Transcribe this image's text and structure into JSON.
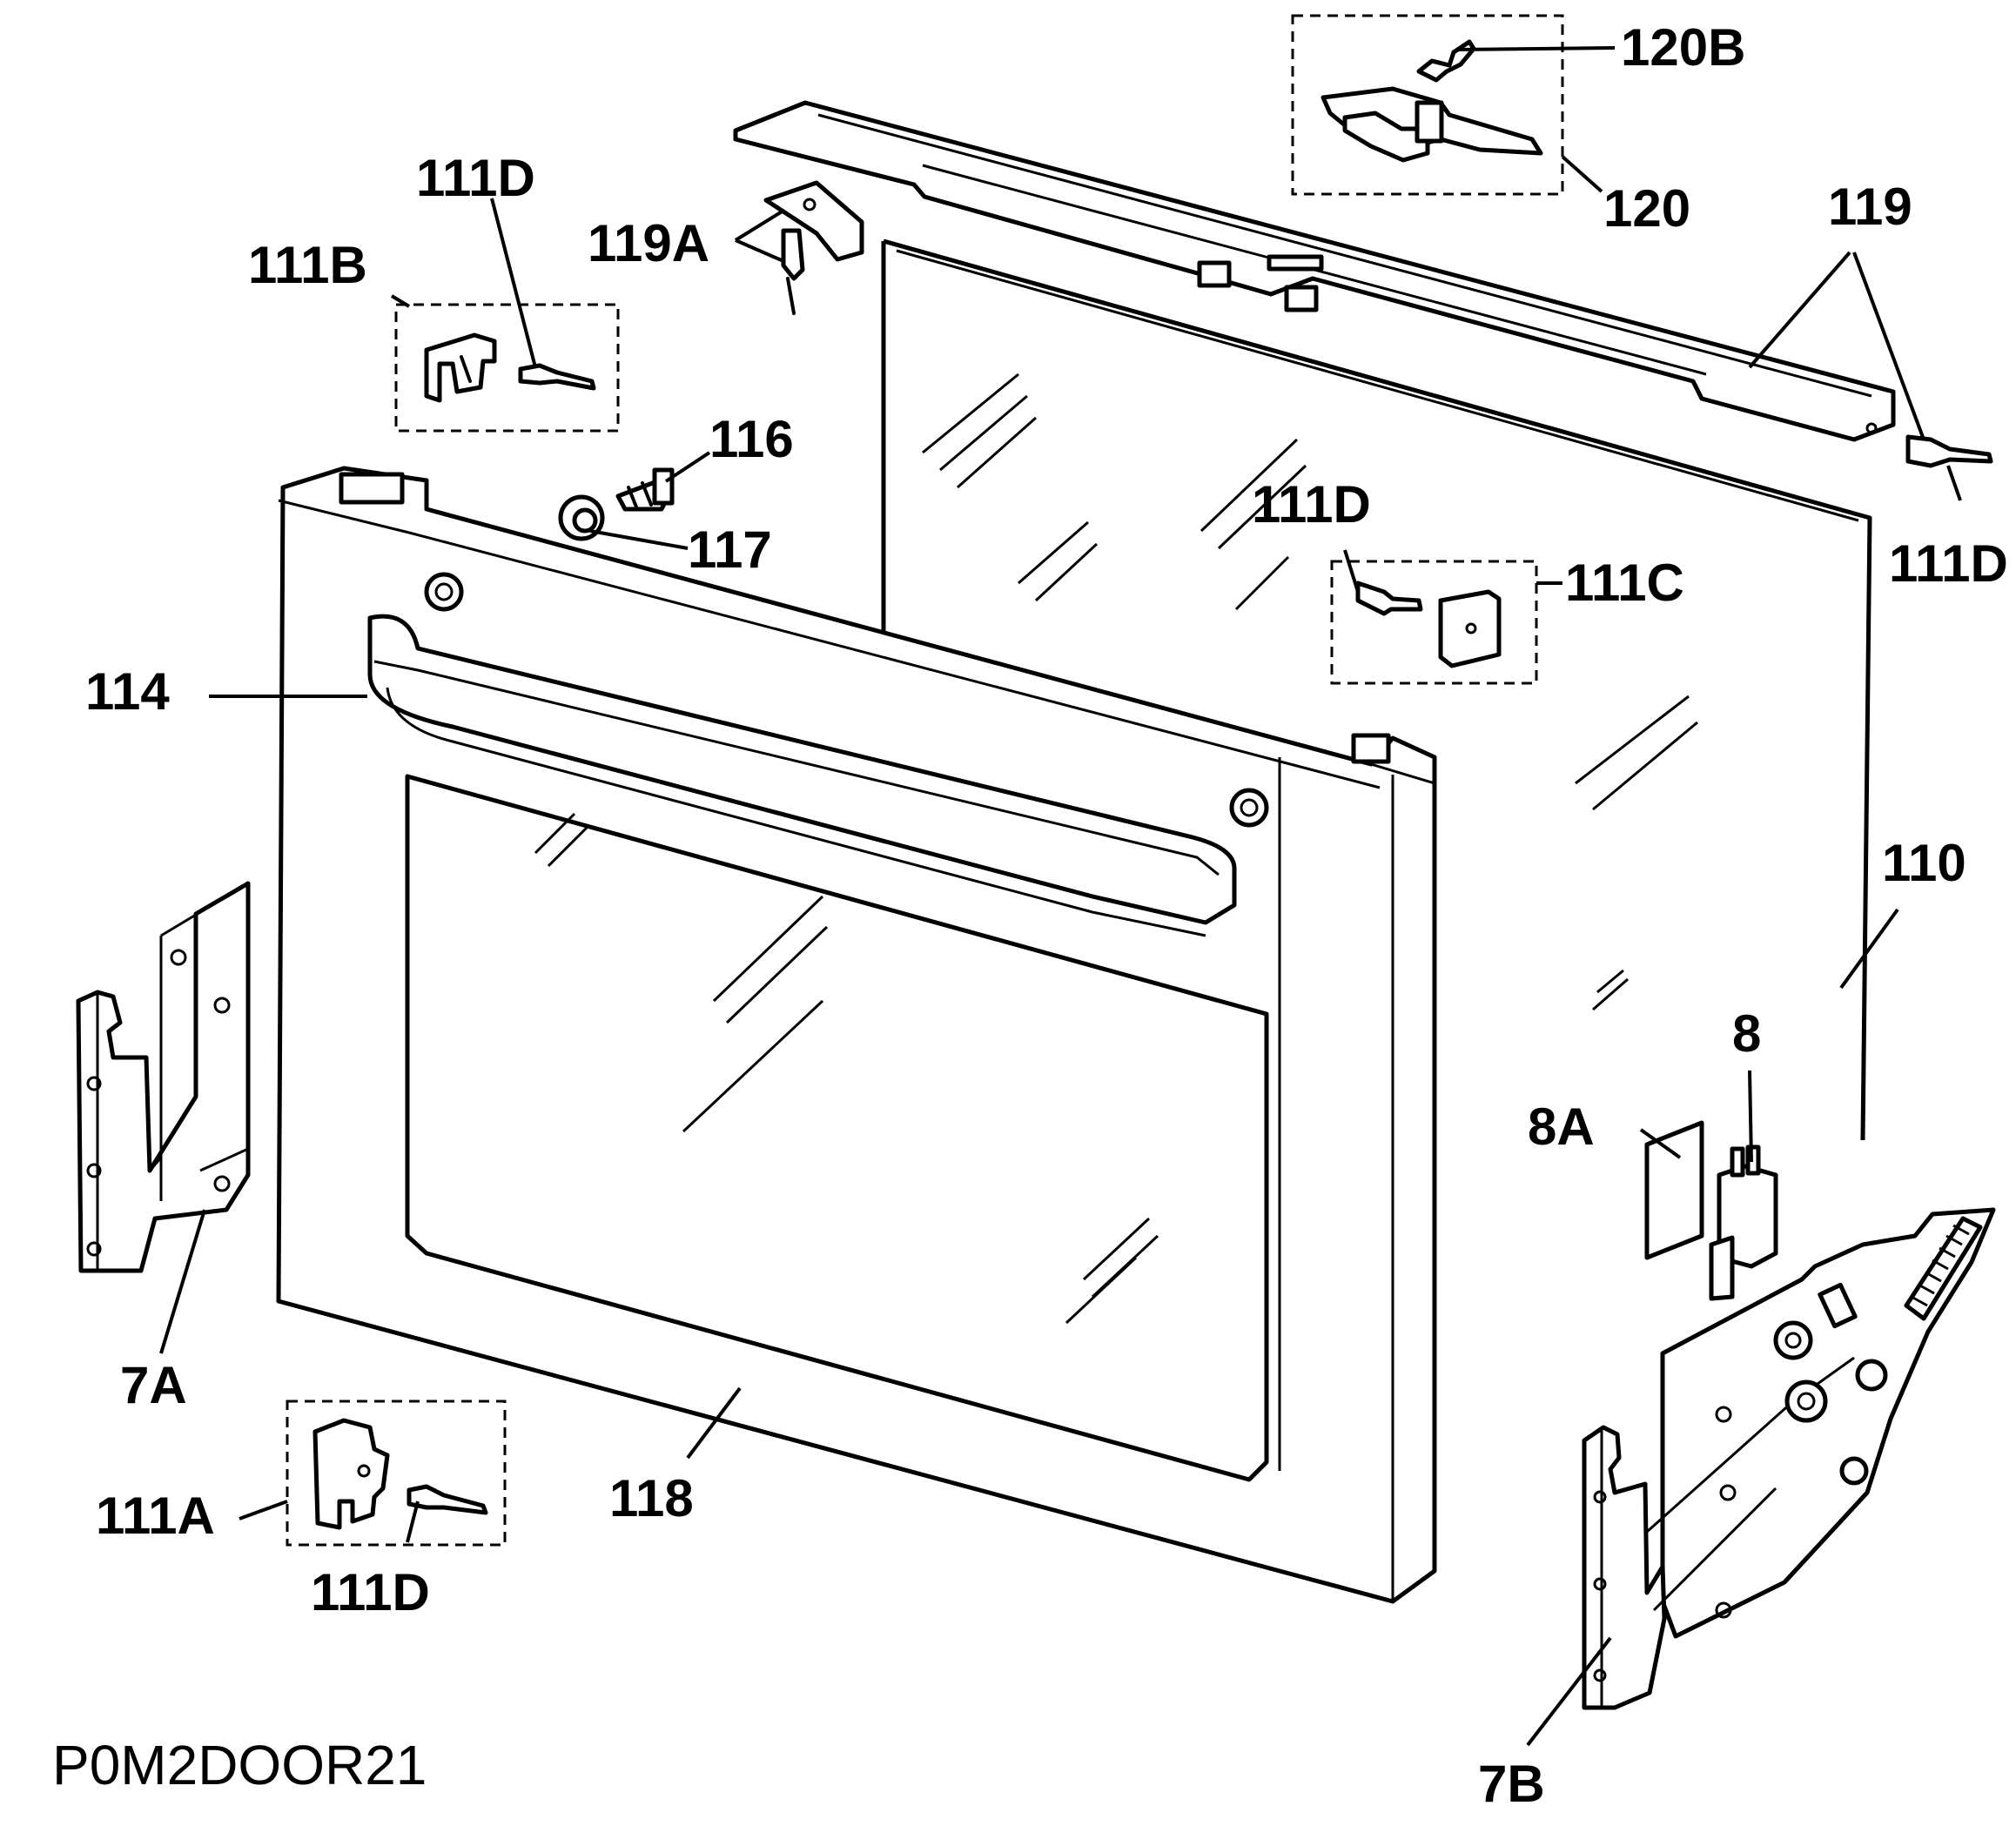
{
  "diagram": {
    "code": "P0M2DOOR21",
    "labels": {
      "l120B": "120B",
      "l120": "120",
      "l119": "119",
      "l119A": "119A",
      "l111D_a": "111D",
      "l111B": "111B",
      "l116": "116",
      "l117": "117",
      "l111D_b": "111D",
      "l111C": "111C",
      "l111D_c": "111D",
      "l114": "114",
      "l110": "110",
      "l8": "8",
      "l8A": "8A",
      "l7A": "7A",
      "l111A": "111A",
      "l111D_d": "111D",
      "l118": "118",
      "l7B": "7B"
    }
  }
}
